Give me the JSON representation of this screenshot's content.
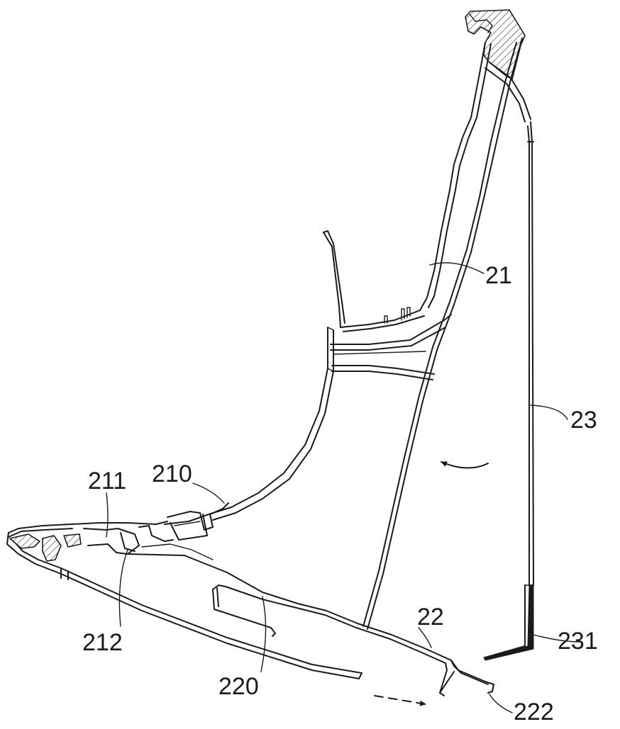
{
  "figure": {
    "labels": {
      "l21": "21",
      "l23": "23",
      "l210": "210",
      "l211": "211",
      "l212": "212",
      "l22": "22",
      "l220": "220",
      "l231": "231",
      "l222": "222"
    },
    "colors": {
      "ink": "#1a1a1a",
      "background": "#ffffff"
    }
  }
}
